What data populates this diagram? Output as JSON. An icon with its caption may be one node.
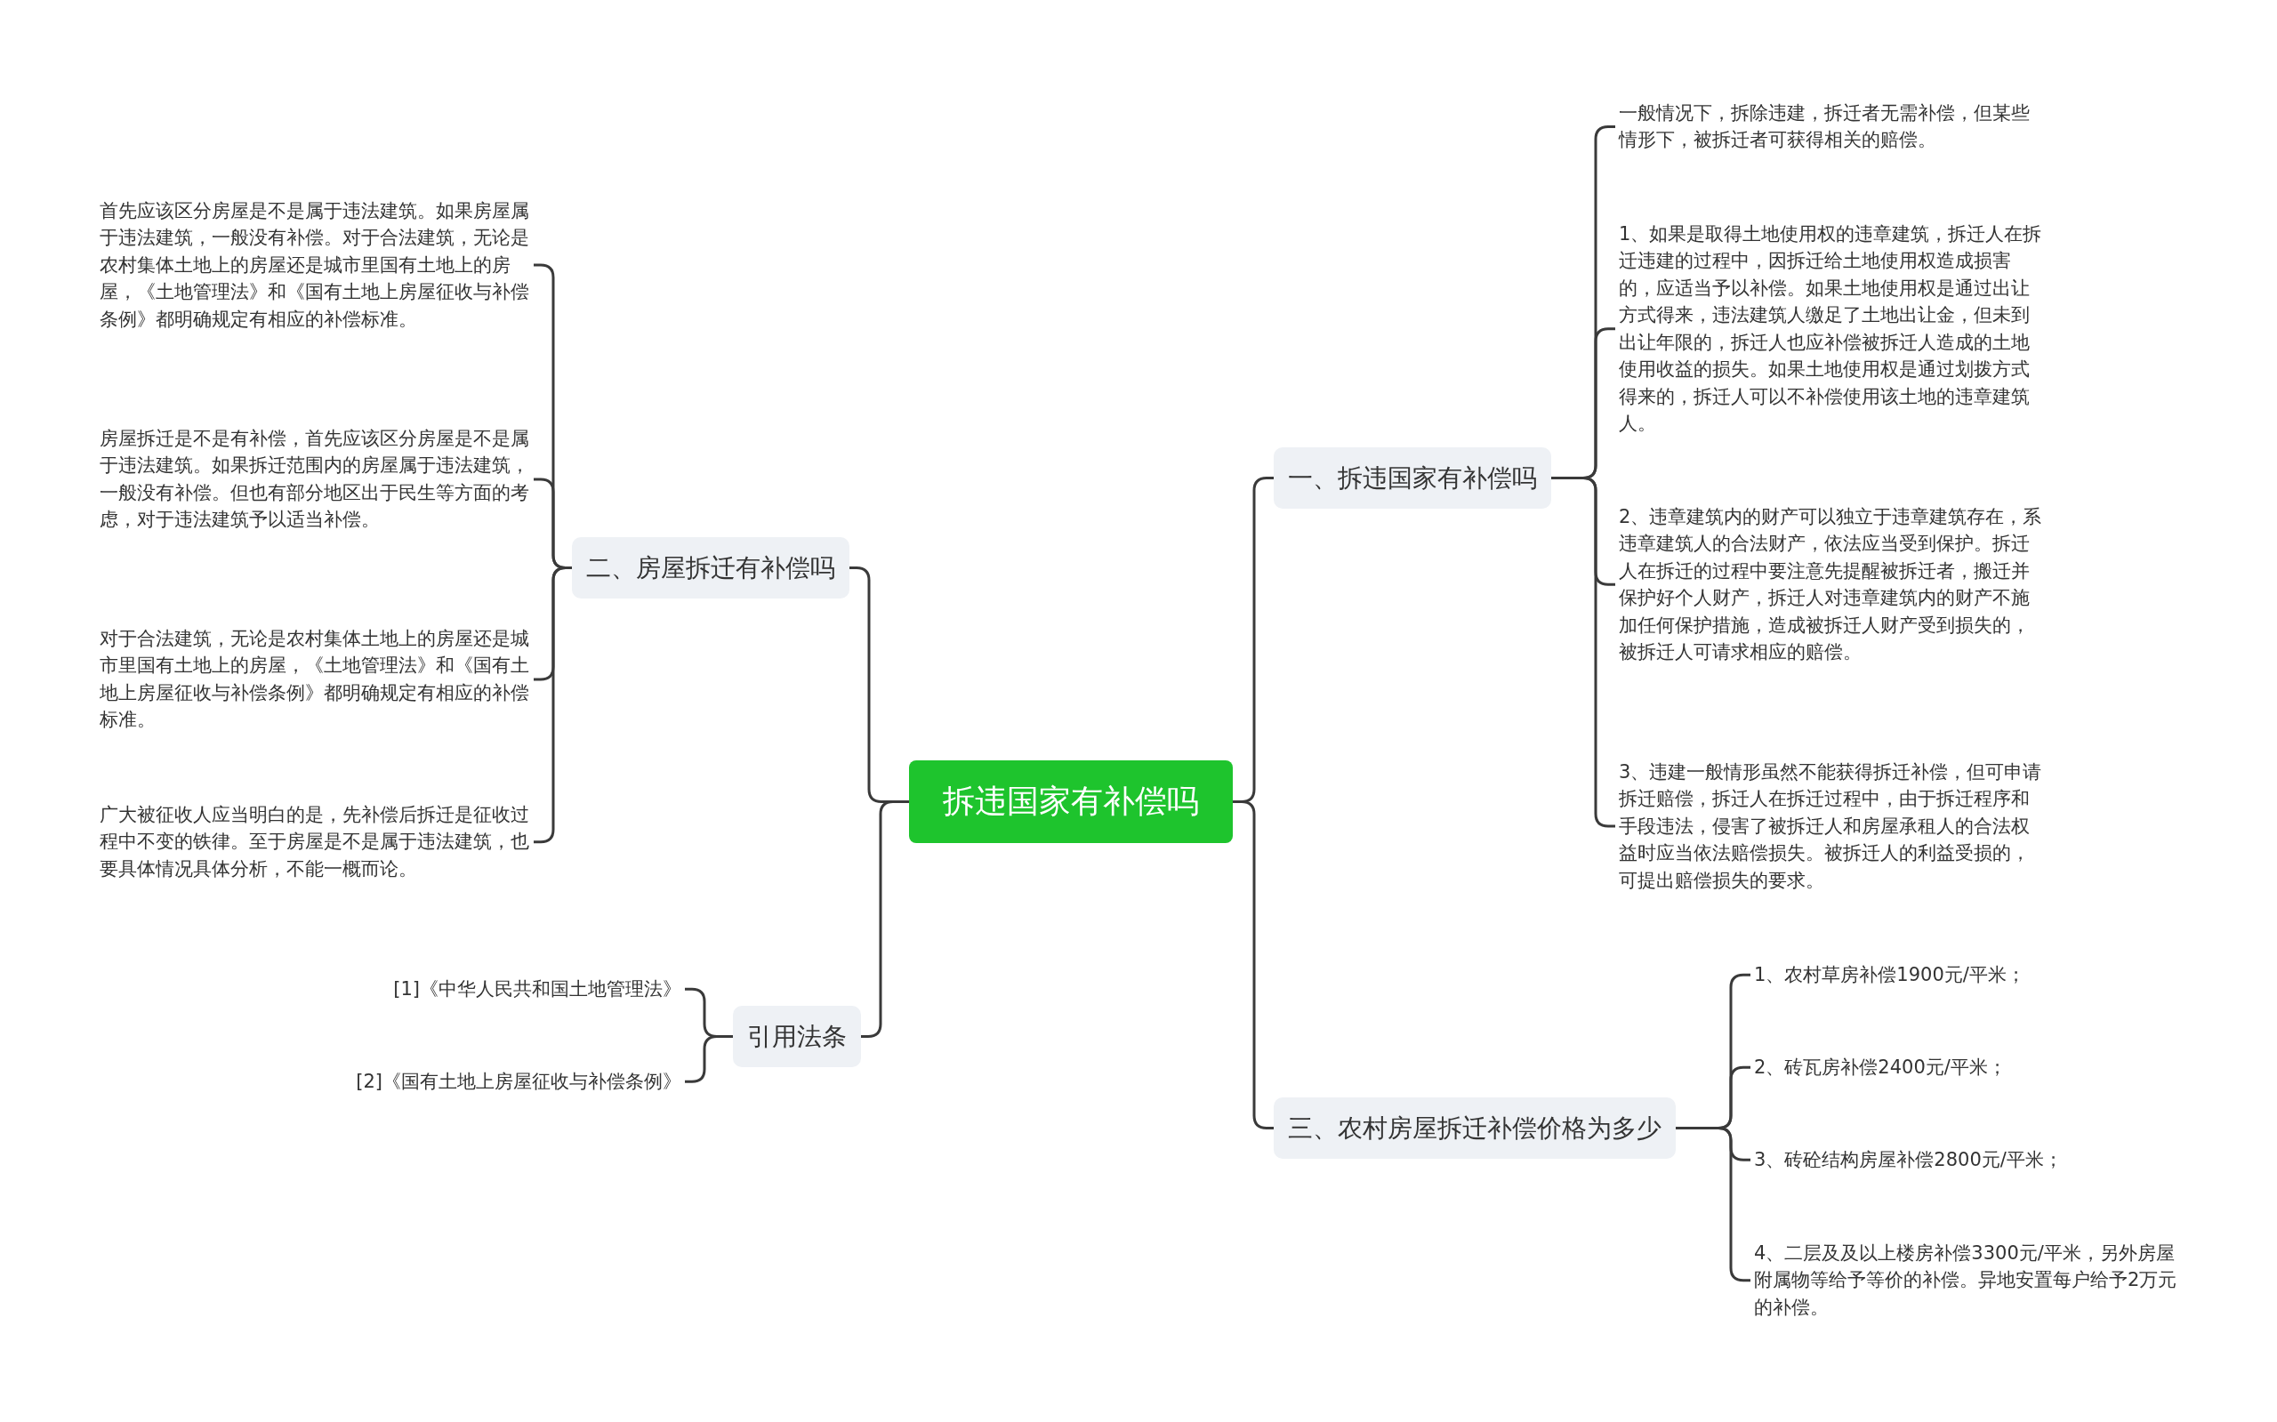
{
  "diagram": {
    "nodes": [
      {
        "text": [
          "拆违国家有补偿吗"
        ]
      },
      {
        "text": [
          "一、拆违国家有补偿吗"
        ]
      },
      {
        "text": [
          "一般情况下，拆除违建，拆迁者无需补偿，但某些情形下，被拆迁者可获得相关的赔偿。"
        ]
      },
      {
        "text": [
          "1、如果是取得土地使用权的违章建筑，拆迁人在拆迁违建的过程中，因拆迁给土地使用权造成损害的，应适当予以补偿。如果土地使用权是通过出让方式得来，违法建筑人缴足了土地出让金，但未到出让年限的，拆迁人也应补偿被拆迁人造成的土地使用收益的损失。如果土地使用权是通过划拨方式得来的，拆迁人可以不补偿使用该土地的违章建筑人。"
        ]
      },
      {
        "text": [
          "2、违章建筑内的财产可以独立于违章建筑存在，系违章建筑人的合法财产，依法应当受到保护。拆迁人在拆迁的过程中要注意先提醒被拆迁者，搬迁并保护好个人财产，拆迁人对违章建筑内的财产不施加任何保护措施，造成被拆迁人财产受到损失的，被拆迁人可请求相应的赔偿。"
        ]
      },
      {
        "text": [
          "3、违建一般情形虽然不能获得拆迁补偿，但可申请拆迁赔偿，拆迁人在拆迁过程中，由于拆迁程序和手段违法，侵害了被拆迁人和房屋承租人的合法权益时应当依法赔偿损失。被拆迁人的利益受损的，可提出赔偿损失的要求。"
        ]
      },
      {
        "text": [
          "三、农村房屋拆迁补偿价格为多少"
        ]
      },
      {
        "text": [
          "1、农村草房补偿1900元/平米；"
        ]
      },
      {
        "text": [
          "2、砖瓦房补偿2400元/平米；"
        ]
      },
      {
        "text": [
          "3、砖砼结构房屋补偿2800元/平米；"
        ]
      },
      {
        "text": [
          "4、二层及及以上楼房补偿3300元/平米，另外房屋附属物等给予等价的补偿。异地安置每户给予2万元的补偿。"
        ]
      },
      {
        "text": [
          "二、房屋拆迁有补偿吗"
        ]
      },
      {
        "text": [
          "首先应该区分房屋是不是属于违法建筑。如果房屋属于违法建筑，一般没有补偿。对于合法建筑，无论是农村集体土地上的房屋还是城市里国有土地上的房屋，《土地管理法》和《国有土地上房屋征收与补偿条例》都明确规定有相应的补偿标准。"
        ]
      },
      {
        "text": [
          "房屋拆迁是不是有补偿，首先应该区分房屋是不是属于违法建筑。如果拆迁范围内的房屋属于违法建筑，一般没有补偿。但也有部分地区出于民生等方面的考虑，对于违法建筑予以适当补偿。"
        ]
      },
      {
        "text": [
          "对于合法建筑，无论是农村集体土地上的房屋还是城市里国有土地上的房屋，《土地管理法》和《国有土地上房屋征收与补偿条例》都明确规定有相应的补偿标准。"
        ]
      },
      {
        "text": [
          "广大被征收人应当明白的是，先补偿后拆迁是征收过程中不变的铁律。至于房屋是不是属于违法建筑，也要具体情况具体分析，不能一概而论。"
        ]
      },
      {
        "text": [
          "引用法条"
        ]
      },
      {
        "text": [
          "[1]《中华人民共和国土地管理法》"
        ]
      },
      {
        "text": [
          "[2]《国有土地上房屋征收与补偿条例》"
        ]
      }
    ],
    "edges": [
      {
        "from": 0,
        "to": 1,
        "arrow": "none"
      },
      {
        "from": 1,
        "to": 2,
        "arrow": "none"
      },
      {
        "from": 1,
        "to": 3,
        "arrow": "none"
      },
      {
        "from": 1,
        "to": 4,
        "arrow": "none"
      },
      {
        "from": 1,
        "to": 5,
        "arrow": "none"
      },
      {
        "from": 0,
        "to": 6,
        "arrow": "none"
      },
      {
        "from": 6,
        "to": 7,
        "arrow": "none"
      },
      {
        "from": 6,
        "to": 8,
        "arrow": "none"
      },
      {
        "from": 6,
        "to": 9,
        "arrow": "none"
      },
      {
        "from": 6,
        "to": 10,
        "arrow": "none"
      },
      {
        "from": 0,
        "to": 11,
        "arrow": "none"
      },
      {
        "from": 11,
        "to": 12,
        "arrow": "none"
      },
      {
        "from": 11,
        "to": 13,
        "arrow": "none"
      },
      {
        "from": 11,
        "to": 14,
        "arrow": "none"
      },
      {
        "from": 11,
        "to": 15,
        "arrow": "none"
      },
      {
        "from": 0,
        "to": 16,
        "arrow": "none"
      },
      {
        "from": 16,
        "to": 17,
        "arrow": "none"
      },
      {
        "from": 16,
        "to": 18,
        "arrow": "none"
      }
    ]
  }
}
